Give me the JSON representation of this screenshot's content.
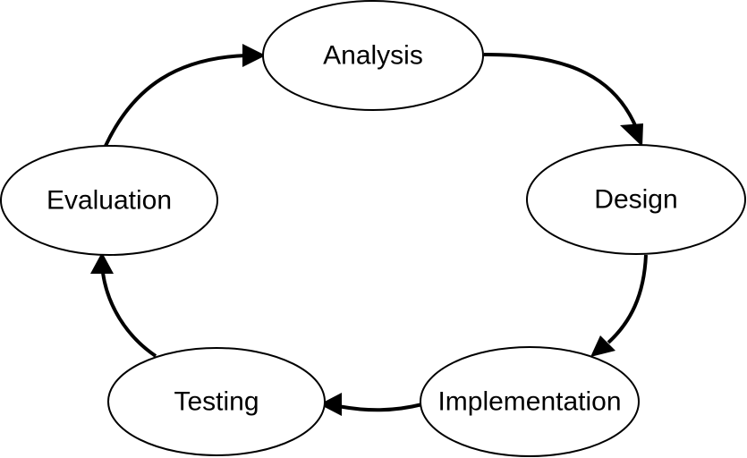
{
  "diagram": {
    "type": "cycle",
    "colors": {
      "stroke": "#000000",
      "fill": "#ffffff",
      "text": "#000000"
    },
    "nodes": [
      {
        "id": "analysis",
        "label": "Analysis"
      },
      {
        "id": "design",
        "label": "Design"
      },
      {
        "id": "implementation",
        "label": "Implementation"
      },
      {
        "id": "testing",
        "label": "Testing"
      },
      {
        "id": "evaluation",
        "label": "Evaluation"
      }
    ],
    "edges": [
      {
        "from": "analysis",
        "to": "design"
      },
      {
        "from": "design",
        "to": "implementation"
      },
      {
        "from": "implementation",
        "to": "testing"
      },
      {
        "from": "testing",
        "to": "evaluation"
      },
      {
        "from": "evaluation",
        "to": "analysis"
      }
    ]
  }
}
